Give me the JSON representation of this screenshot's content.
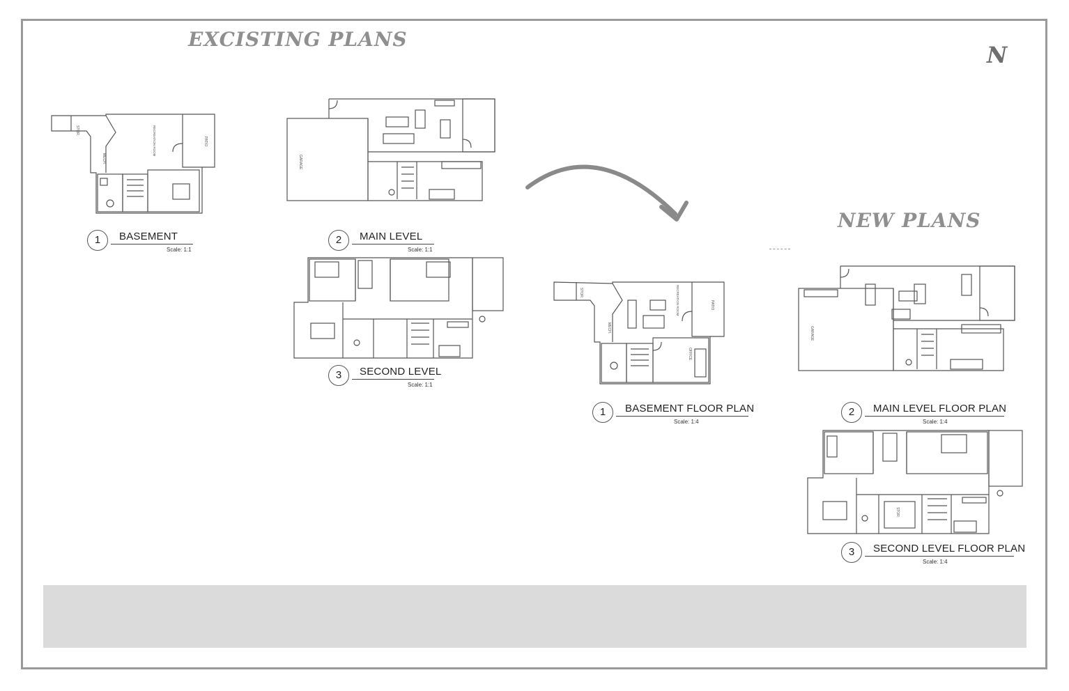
{
  "sheet": {
    "existing_heading": "EXCISTING PLANS",
    "new_heading": "NEW  PLANS",
    "north_label": "N"
  },
  "existing": [
    {
      "number": "1",
      "name": "BASEMENT",
      "scale": "Scale: 1:1"
    },
    {
      "number": "2",
      "name": "MAIN LEVEL",
      "scale": "Scale: 1:1"
    },
    {
      "number": "3",
      "name": "SECOND LEVEL",
      "scale": "Scale: 1:1"
    }
  ],
  "proposed": [
    {
      "number": "1",
      "name": "BASEMENT FLOOR PLAN",
      "scale": "Scale: 1:4"
    },
    {
      "number": "2",
      "name": "MAIN LEVEL FLOOR PLAN",
      "scale": "Scale: 1:4"
    },
    {
      "number": "3",
      "name": "SECOND LEVEL FLOOR PLAN",
      "scale": "Scale: 1:4"
    }
  ],
  "room_tags": {
    "stor": "STOR.",
    "mech": "MECH.",
    "recreation": "RECREATION ROOM",
    "patio": "PATIO",
    "garage": "GARAGE",
    "office": "OFFICE"
  },
  "colors": {
    "heading": "#8f8f8f",
    "linework": "#555555",
    "bottom_bar": "#dbdbdb"
  }
}
